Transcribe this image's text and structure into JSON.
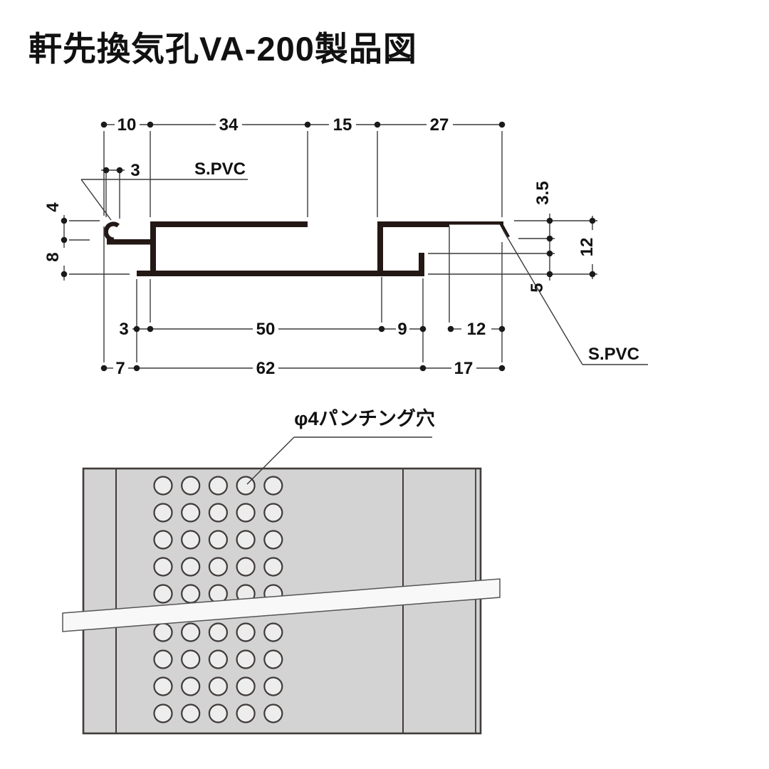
{
  "title": "軒先換気孔VA-200製品図",
  "cross_section": {
    "material_label": "S.PVC",
    "dims_top": [
      "10",
      "34",
      "15",
      "27"
    ],
    "dim_overhang": "3",
    "dims_left": [
      "4",
      "8"
    ],
    "dims_right": [
      "3.5",
      "12",
      "5"
    ],
    "dims_bottom_row1": [
      "3",
      "50",
      "9",
      "12"
    ],
    "dims_bottom_row2": [
      "7",
      "62",
      "17"
    ]
  },
  "panel_view": {
    "hole_label": "φ4パンチング穴",
    "hole_grid": {
      "cols": 5,
      "col_start": 229,
      "col_gap": 38.7,
      "rows_above": [
        682,
        720,
        758,
        796,
        834
      ],
      "rows_below": [
        888,
        926,
        964,
        1002
      ],
      "radius": 12.5
    }
  },
  "colors": {
    "line": "#3a3a3a",
    "profile": "#231815",
    "text": "#111111",
    "panel_fill": "#d3d3d3",
    "hole_fill": "#ededed",
    "band_fill": "#f8f8f8"
  }
}
